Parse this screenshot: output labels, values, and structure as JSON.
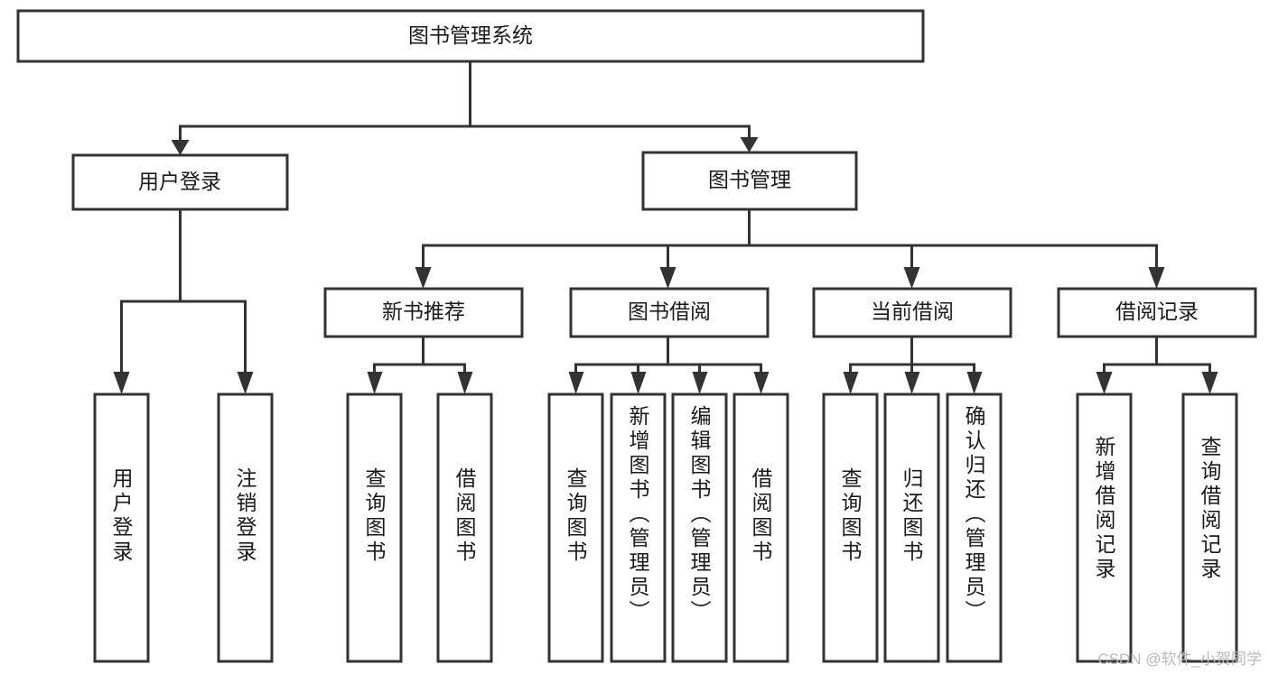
{
  "diagram": {
    "type": "tree-hierarchy-flowchart",
    "root": {
      "label": "图书管理系统",
      "id": "book-management-system"
    },
    "level2": [
      {
        "id": "user-login",
        "label": "用户登录"
      },
      {
        "id": "book-management",
        "label": "图书管理"
      }
    ],
    "level3": [
      {
        "id": "new-book-recommend",
        "label": "新书推荐",
        "parent": "book-management"
      },
      {
        "id": "book-borrow",
        "label": "图书借阅",
        "parent": "book-management"
      },
      {
        "id": "current-borrow",
        "label": "当前借阅",
        "parent": "book-management"
      },
      {
        "id": "borrow-record",
        "label": "借阅记录",
        "parent": "book-management"
      }
    ],
    "leaves": {
      "user-login": [
        {
          "id": "leaf-user-login",
          "label": "用户登录"
        },
        {
          "id": "leaf-user-logout",
          "label": "注销登录"
        }
      ],
      "new-book-recommend": [
        {
          "id": "leaf-query-book-1",
          "label": "查询图书"
        },
        {
          "id": "leaf-borrow-book-1",
          "label": "借阅图书"
        }
      ],
      "book-borrow": [
        {
          "id": "leaf-query-book-2",
          "label": "查询图书"
        },
        {
          "id": "leaf-add-book-admin",
          "label": "新增图书（管理员）"
        },
        {
          "id": "leaf-edit-book-admin",
          "label": "编辑图书（管理员）"
        },
        {
          "id": "leaf-borrow-book-2",
          "label": "借阅图书"
        }
      ],
      "current-borrow": [
        {
          "id": "leaf-query-book-3",
          "label": "查询图书"
        },
        {
          "id": "leaf-return-book",
          "label": "归还图书"
        },
        {
          "id": "leaf-confirm-return-admin",
          "label": "确认归还（管理员）"
        }
      ],
      "borrow-record": [
        {
          "id": "leaf-add-borrow-record",
          "label": "新增借阅记录"
        },
        {
          "id": "leaf-query-borrow-record",
          "label": "查询借阅记录"
        }
      ]
    },
    "colors": {
      "stroke": "#333333",
      "box_fill": "#ffffff",
      "text": "#1a1a1a",
      "background": "#ffffff",
      "watermark": "#b8b8b8"
    }
  },
  "watermark": {
    "text": "CSDN @软件_小贺同学"
  }
}
